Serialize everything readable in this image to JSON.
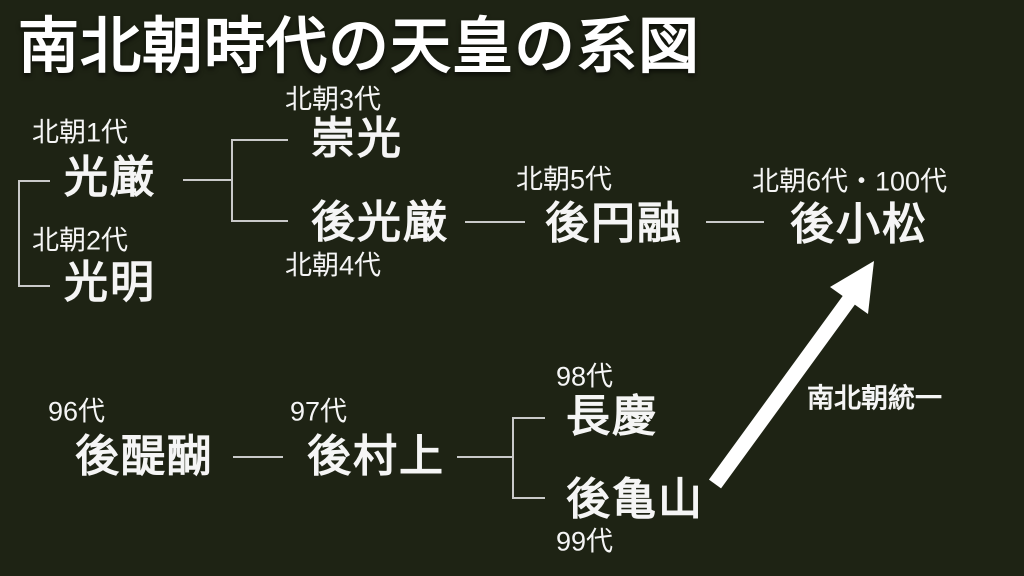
{
  "title": "南北朝時代の天皇の系図",
  "colors": {
    "background": "#1e2314",
    "text": "#f5f5f5",
    "line": "#c9c9c9",
    "arrow": "#ffffff"
  },
  "emperors": {
    "kogon": {
      "gen": "北朝1代",
      "name": "光厳"
    },
    "komyo": {
      "gen": "北朝2代",
      "name": "光明"
    },
    "suko": {
      "gen": "北朝3代",
      "name": "崇光"
    },
    "go_kogon": {
      "gen": "北朝4代",
      "name": "後光厳"
    },
    "go_enyu": {
      "gen": "北朝5代",
      "name": "後円融"
    },
    "go_komatsu": {
      "gen": "北朝6代・100代",
      "name": "後小松"
    },
    "go_daigo": {
      "gen": "96代",
      "name": "後醍醐"
    },
    "go_murakami": {
      "gen": "97代",
      "name": "後村上"
    },
    "chokei": {
      "gen": "98代",
      "name": "長慶"
    },
    "go_kameyama": {
      "gen": "99代",
      "name": "後亀山"
    }
  },
  "annotation": {
    "unification": "南北朝統一"
  }
}
